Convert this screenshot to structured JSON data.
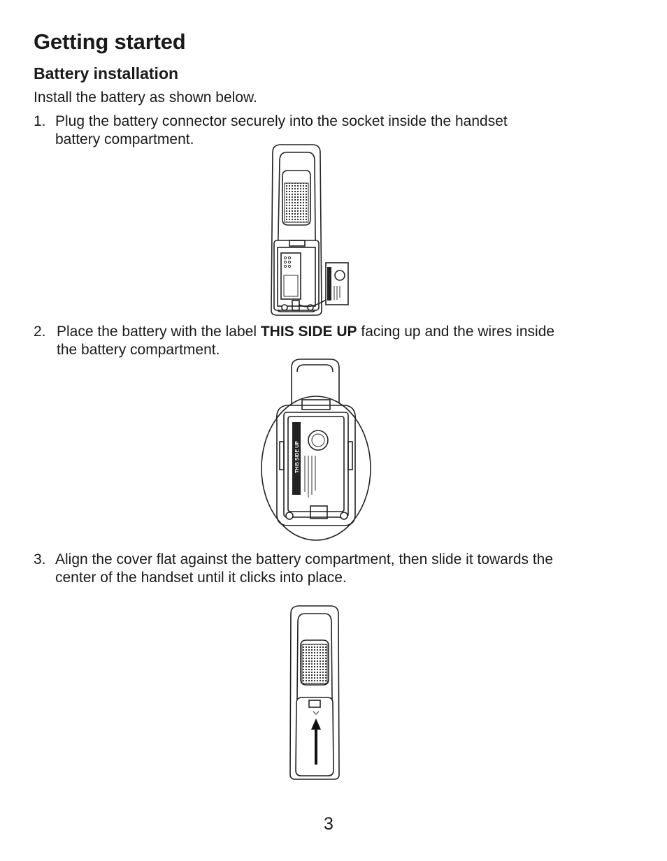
{
  "page": {
    "title": "Getting started",
    "section": "Battery installation",
    "intro": "Install the battery as shown below.",
    "page_number": "3"
  },
  "steps": [
    {
      "number": "1.",
      "line1": "Plug the battery connector securely into the socket inside the handset",
      "line2": "battery compartment."
    },
    {
      "number": "2.",
      "line1_prefix": "Place the battery with the label ",
      "line1_bold": "THIS SIDE UP",
      "line1_suffix": " facing up and the wires inside",
      "line2": "the battery compartment."
    },
    {
      "number": "3.",
      "line1": "Align the cover flat against the battery compartment, then slide it towards the",
      "line2": "center of the handset until it clicks into place."
    }
  ],
  "illustration_labels": {
    "battery_label": "THIS SIDE UP"
  }
}
